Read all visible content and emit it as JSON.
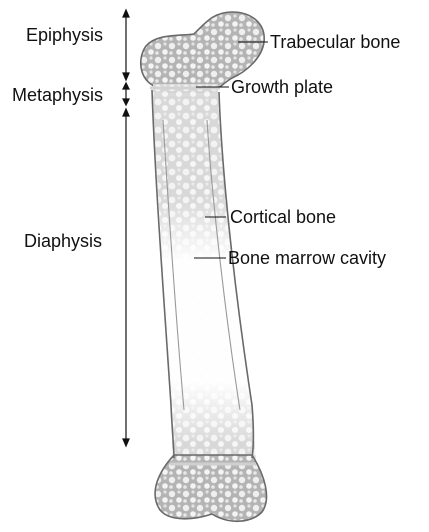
{
  "diagram": {
    "regions": {
      "epiphysis": "Epiphysis",
      "metaphysis": "Metaphysis",
      "diaphysis": "Diaphysis"
    },
    "callouts": {
      "trabecular_bone": "Trabecular bone",
      "growth_plate": "Growth plate",
      "cortical_bone": "Cortical bone",
      "bone_marrow_cavity": "Bone marrow cavity"
    },
    "colors": {
      "bone_outline": "#5f5f5f",
      "bone_fill": "#ececec",
      "trabecular_fill": "#b9b9b9",
      "label_text": "#111111"
    }
  }
}
